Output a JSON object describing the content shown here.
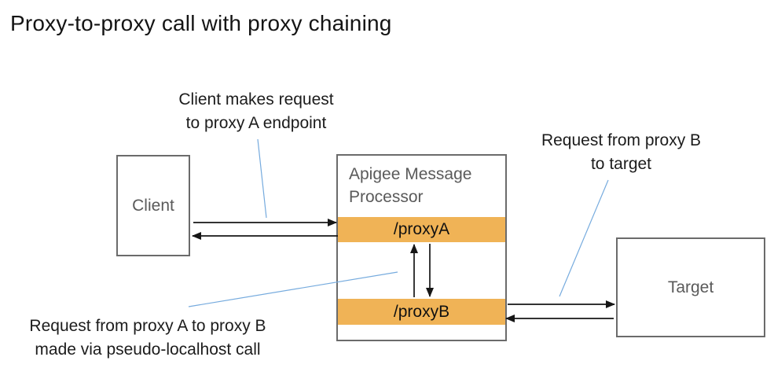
{
  "title": "Proxy-to-proxy call with proxy chaining",
  "annotations": {
    "client_request": {
      "line1": "Client makes request",
      "line2": "to proxy A endpoint"
    },
    "proxy_b_to_target": {
      "line1": "Request from proxy B",
      "line2": "to target"
    },
    "proxy_a_to_proxy_b": {
      "line1": "Request from proxy A to proxy B",
      "line2": "made via pseudo-localhost call"
    }
  },
  "nodes": {
    "client": {
      "label": "Client"
    },
    "message_processor": {
      "label": "Apigee Message Processor"
    },
    "proxy_a": {
      "label": "/proxyA"
    },
    "proxy_b": {
      "label": "/proxyB"
    },
    "target": {
      "label": "Target"
    }
  },
  "colors": {
    "endpoint_bar_orange": "#F0B356",
    "annotation_line_blue": "#76ABDE",
    "box_border_gray": "#6B6B6B",
    "secondary_text_gray": "#5A5A5A",
    "arrow_black": "#161616"
  }
}
